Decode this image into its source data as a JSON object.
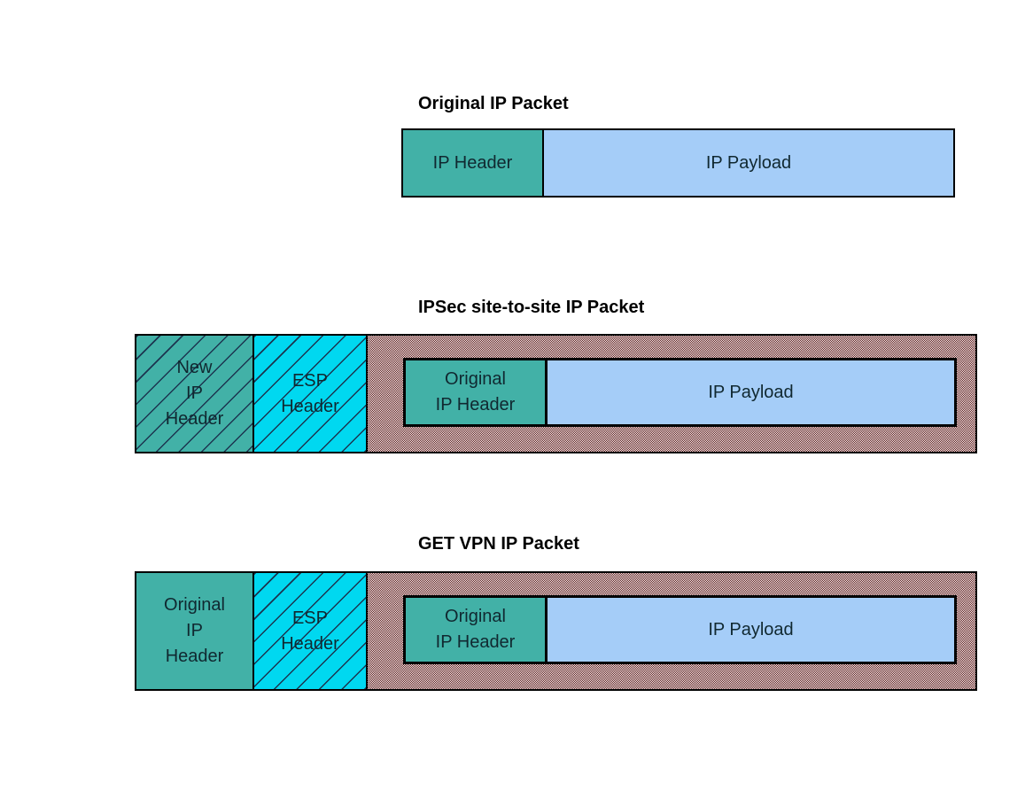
{
  "colors": {
    "teal": "#42b1a7",
    "payload-blue": "#a5cdf8",
    "esp-cyan": "#00d8f0",
    "encrypt-maroon": "#581010",
    "hatch-line": "#1c3550",
    "box-border": "#000000",
    "label-text": "#102830",
    "title-text": "#000000",
    "page-bg": "#ffffff"
  },
  "diagrams": [
    {
      "title": "Original IP Packet",
      "segments": {
        "ip_header": "IP Header",
        "ip_payload": "IP Payload"
      }
    },
    {
      "title": "IPSec site-to-site IP Packet",
      "segments": {
        "new_ip_header": "New\nIP\nHeader",
        "esp_header": "ESP\nHeader",
        "original_ip_header": "Original\nIP Header",
        "ip_payload": "IP Payload"
      }
    },
    {
      "title": "GET VPN IP Packet",
      "segments": {
        "original_ip_header_outer": "Original\nIP\nHeader",
        "esp_header": "ESP\nHeader",
        "original_ip_header": "Original\nIP Header",
        "ip_payload": "IP Payload"
      }
    }
  ]
}
